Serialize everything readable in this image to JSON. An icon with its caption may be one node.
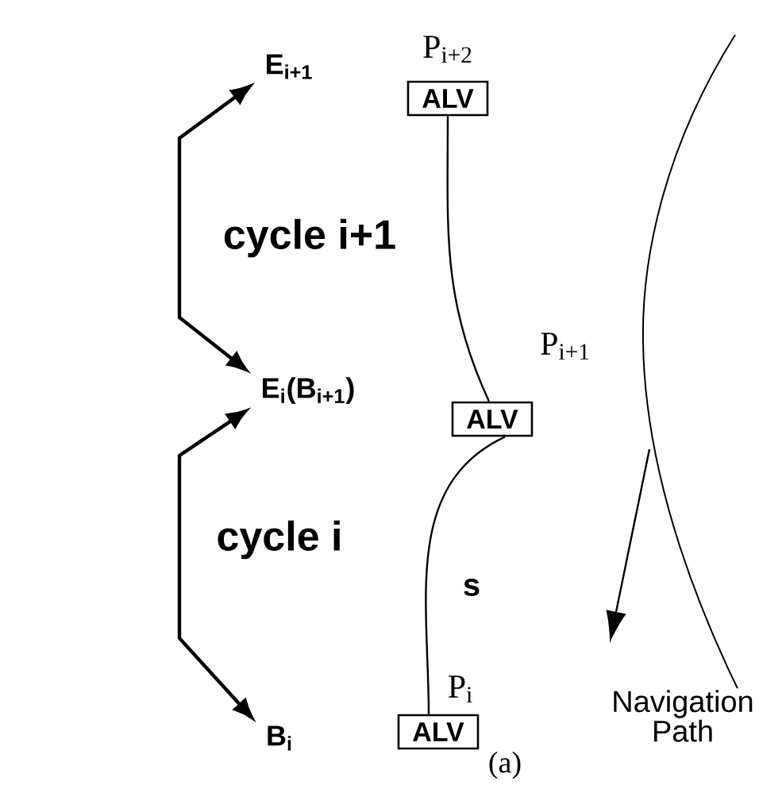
{
  "diagram": {
    "nodes": [
      {
        "text": [
          "E$_{i+1}$"
        ]
      },
      {
        "text": [
          "E$_{i}$(B$_{i+1}$)"
        ]
      },
      {
        "text": [
          "B$_{i}$"
        ]
      },
      {
        "text": [
          "ALV"
        ],
        "beside": [
          "P$_{i+2}$"
        ]
      },
      {
        "text": [
          "ALV"
        ],
        "beside": [
          "P$_{i+1}$"
        ]
      },
      {
        "text": [
          "ALV"
        ],
        "beside": [
          "P$_{i}$"
        ]
      }
    ],
    "edges": [
      {
        "from": 0,
        "to": 1,
        "arrow": "both",
        "label": "cycle i+1"
      },
      {
        "from": 1,
        "to": 2,
        "arrow": "both",
        "label": "cycle i"
      },
      {
        "from": 3,
        "to": 4,
        "arrow": "none"
      },
      {
        "from": 4,
        "to": 5,
        "arrow": "none",
        "label": "s"
      }
    ],
    "labels": [
      "Navigation Path",
      "(a)"
    ]
  }
}
